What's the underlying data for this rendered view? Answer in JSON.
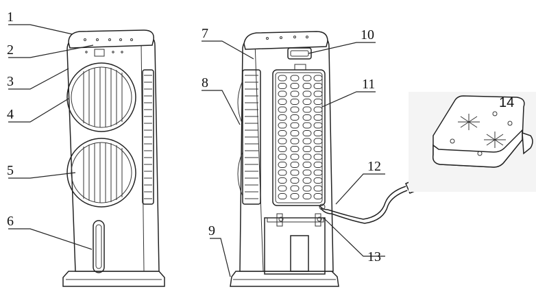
{
  "callouts": [
    {
      "id": "1",
      "label": "1"
    },
    {
      "id": "2",
      "label": "2"
    },
    {
      "id": "3",
      "label": "3"
    },
    {
      "id": "4",
      "label": "4"
    },
    {
      "id": "5",
      "label": "5"
    },
    {
      "id": "6",
      "label": "6"
    },
    {
      "id": "7",
      "label": "7"
    },
    {
      "id": "8",
      "label": "8"
    },
    {
      "id": "9",
      "label": "9"
    },
    {
      "id": "10",
      "label": "10"
    },
    {
      "id": "11",
      "label": "11"
    },
    {
      "id": "12",
      "label": "12"
    },
    {
      "id": "13",
      "label": "13"
    },
    {
      "id": "14",
      "label": "14"
    }
  ],
  "colors": {
    "line": "#222222",
    "inset_background": "#f4f4f4"
  }
}
